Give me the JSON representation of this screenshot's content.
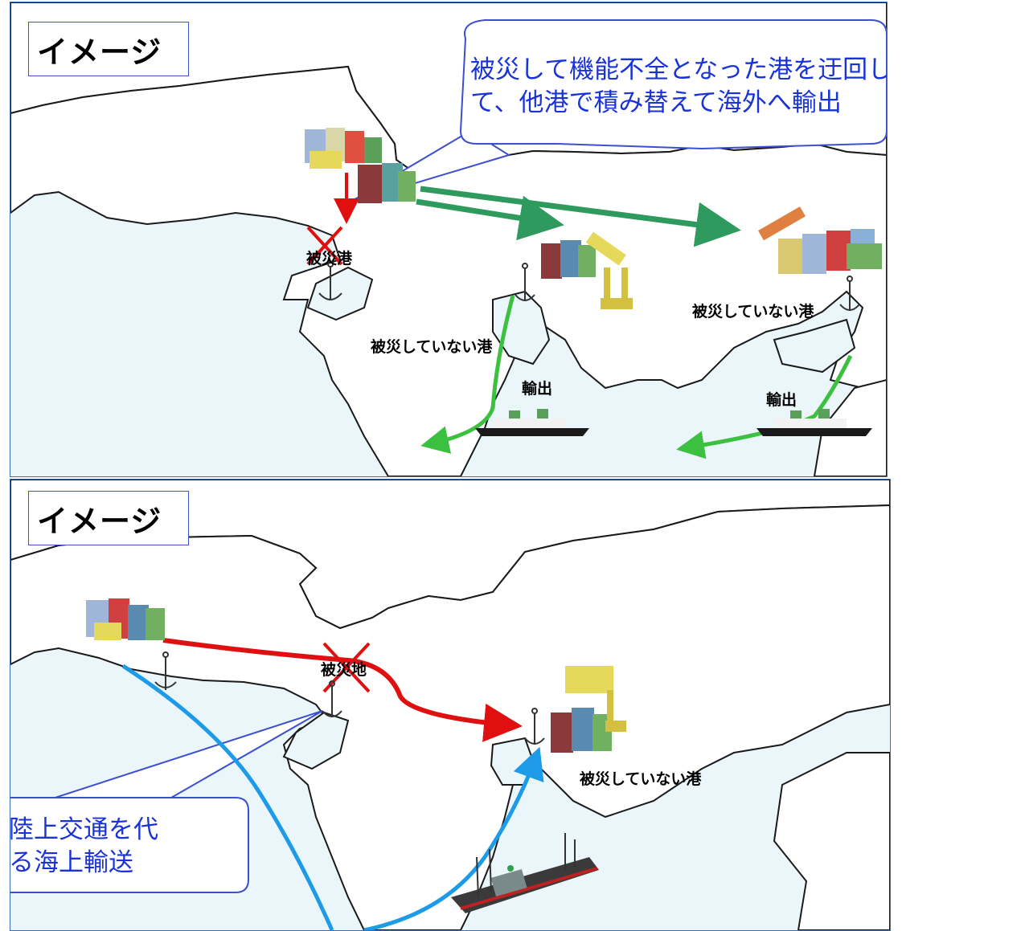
{
  "top_panel": {
    "tag": "イメージ",
    "callout": [
      "被災して機能不全となった港を迂回し",
      "て、他港で積み替えて海外へ輸出"
    ],
    "damaged_port_label": "被災港",
    "intact_port_label_1": "被災していない港",
    "intact_port_label_2": "被災していない港",
    "export_label_1": "輸出",
    "export_label_2": "輸出"
  },
  "bottom_panel": {
    "tag": "イメージ",
    "damaged_area_label": "被災地",
    "intact_port_label": "被災していない港",
    "callout": [
      "陸上交通を代",
      "る海上輸送"
    ]
  },
  "colors": {
    "land_fill": "#ffffff",
    "sea_fill": "#eaf6fa",
    "coast": "#1a1a1a",
    "blocked_route": "#e01010",
    "reroute": "#2e9a5e",
    "export_route": "#3cc040",
    "sea_route": "#1e9be8",
    "callout_text": "#1a33d6"
  }
}
